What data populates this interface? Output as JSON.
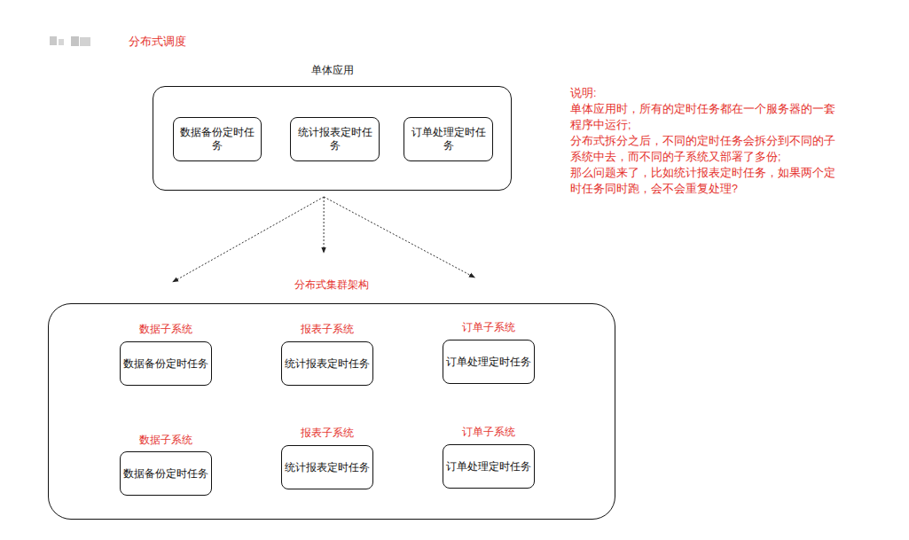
{
  "diagram": {
    "title": "分布式调度",
    "nodes": [
      {
        "text": [
          "单体应用"
        ]
      },
      {
        "text": [
          "数据备份定时任务"
        ],
        "in": 0
      },
      {
        "text": [
          "统计报表定时任务"
        ],
        "in": 0
      },
      {
        "text": [
          "订单处理定时任务"
        ],
        "in": 0
      },
      {
        "text": [
          "分布式集群架构"
        ]
      },
      {
        "text": [
          "数据子系统",
          "数据备份定时任务"
        ],
        "in": 4
      },
      {
        "text": [
          "报表子系统",
          "统计报表定时任务"
        ],
        "in": 4
      },
      {
        "text": [
          "订单子系统",
          "订单处理定时任务"
        ],
        "in": 4
      },
      {
        "text": [
          "数据子系统",
          "数据备份定时任务"
        ],
        "in": 4
      },
      {
        "text": [
          "报表子系统",
          "统计报表定时任务"
        ],
        "in": 4
      },
      {
        "text": [
          "订单子系统",
          "订单处理定时任务"
        ],
        "in": 4
      }
    ],
    "edges": [
      {
        "from": 0,
        "to": 4,
        "arrow": "to"
      },
      {
        "from": 0,
        "to": 4,
        "arrow": "to"
      },
      {
        "from": 0,
        "to": 4,
        "arrow": "to"
      }
    ],
    "labels": [
      "说明:",
      "单体应用时，所有的定时任务都在一个服务器的一套程序中运行;",
      "分布式拆分之后，不同的定时任务会拆分到不同的子系统中去，而不同的子系统又部署了多份;",
      "那么问题来了，比如统计报表定时任务，如果两个定时任务同时跑，会不会重复处理?"
    ]
  }
}
